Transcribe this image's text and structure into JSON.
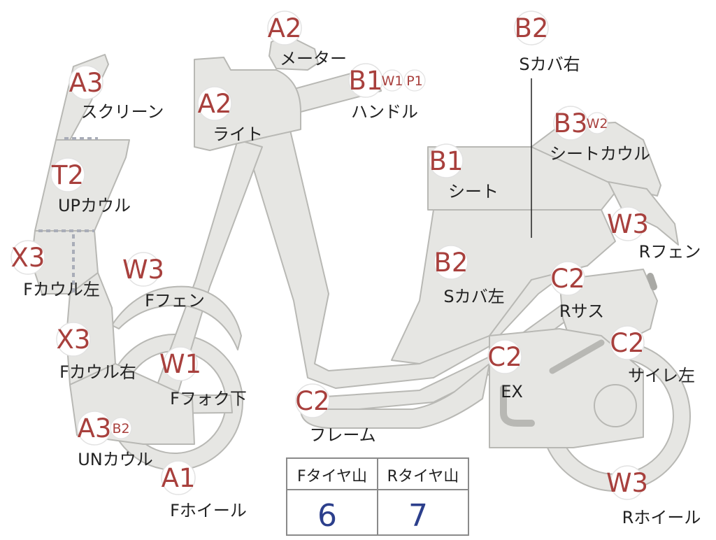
{
  "parts": [
    {
      "key": "screen",
      "label": "スクリーン",
      "grade": "A3",
      "extras": []
    },
    {
      "key": "up_cowl",
      "label": "UPカウル",
      "grade": "T2",
      "extras": []
    },
    {
      "key": "f_cowl_left",
      "label": "Fカウル左",
      "grade": "X3",
      "extras": []
    },
    {
      "key": "f_cowl_right",
      "label": "Fカウル右",
      "grade": "X3",
      "extras": []
    },
    {
      "key": "un_cowl",
      "label": "UNカウル",
      "grade": "A3",
      "extras": [
        "B2"
      ]
    },
    {
      "key": "light",
      "label": "ライト",
      "grade": "A2",
      "extras": []
    },
    {
      "key": "meter",
      "label": "メーター",
      "grade": "A2",
      "extras": []
    },
    {
      "key": "handle",
      "label": "ハンドル",
      "grade": "B1",
      "extras": [
        "W1",
        "P1"
      ]
    },
    {
      "key": "f_fender",
      "label": "Fフェン",
      "grade": "W3",
      "extras": []
    },
    {
      "key": "f_fork_lower",
      "label": "Fフォク下",
      "grade": "W1",
      "extras": []
    },
    {
      "key": "f_wheel",
      "label": "Fホイール",
      "grade": "A1",
      "extras": []
    },
    {
      "key": "frame",
      "label": "フレーム",
      "grade": "C2",
      "extras": []
    },
    {
      "key": "s_cover_right",
      "label": "Sカバ右",
      "grade": "B2",
      "extras": []
    },
    {
      "key": "seat_cowl",
      "label": "シートカウル",
      "grade": "B3",
      "extras": [
        "W2"
      ]
    },
    {
      "key": "seat",
      "label": "シート",
      "grade": "B1",
      "extras": []
    },
    {
      "key": "s_cover_left",
      "label": "Sカバ左",
      "grade": "B2",
      "extras": []
    },
    {
      "key": "r_fender",
      "label": "Rフェン",
      "grade": "W3",
      "extras": []
    },
    {
      "key": "r_suspension",
      "label": "Rサス",
      "grade": "C2",
      "extras": []
    },
    {
      "key": "exhaust",
      "label": "EX",
      "grade": "C2",
      "extras": []
    },
    {
      "key": "silencer_left",
      "label": "サイレ左",
      "grade": "C2",
      "extras": []
    },
    {
      "key": "r_wheel",
      "label": "Rホイール",
      "grade": "W3",
      "extras": []
    }
  ],
  "tire_tread": {
    "front_label": "Fタイヤ山",
    "rear_label": "Rタイヤ山",
    "front_value": "6",
    "rear_value": "7"
  },
  "colors": {
    "grade_text": "#a8403d",
    "part_fill": "#e6e6e3",
    "part_stroke": "#b8b8b4",
    "tire_value": "#2c3f8c"
  }
}
